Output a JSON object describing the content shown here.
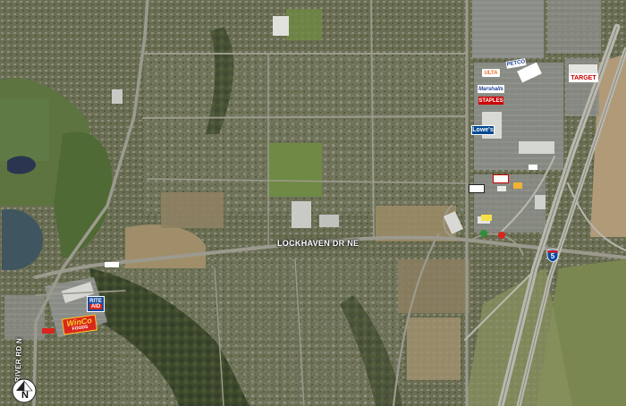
{
  "streets": {
    "lockhaven": "LOCKHAVEN DR NE",
    "river_road": "RIVER RD N"
  },
  "highway": {
    "number": "5"
  },
  "stores": {
    "ulta": "ULTA",
    "petco": "PETCO",
    "marshalls": "Marshalls",
    "staples": "STAPLES",
    "lowes": "Lowe's",
    "target": "TARGET",
    "rite_aid_line1": "RITE",
    "rite_aid_line2": "AID",
    "winco_line1": "WinCo",
    "winco_line2": "FOODS"
  },
  "compass": {
    "label": "N"
  },
  "colors": {
    "road": "#9c9a8e",
    "field_green": "#6b7d3d",
    "field_brown": "#a08e6a",
    "water": "#3f5560",
    "target_red": "#cc0000",
    "lowes_blue": "#004990",
    "winco_red": "#d9261c",
    "winco_yellow": "#f5d130",
    "staples_red": "#cc0000",
    "ulta_orange": "#f26b21"
  }
}
